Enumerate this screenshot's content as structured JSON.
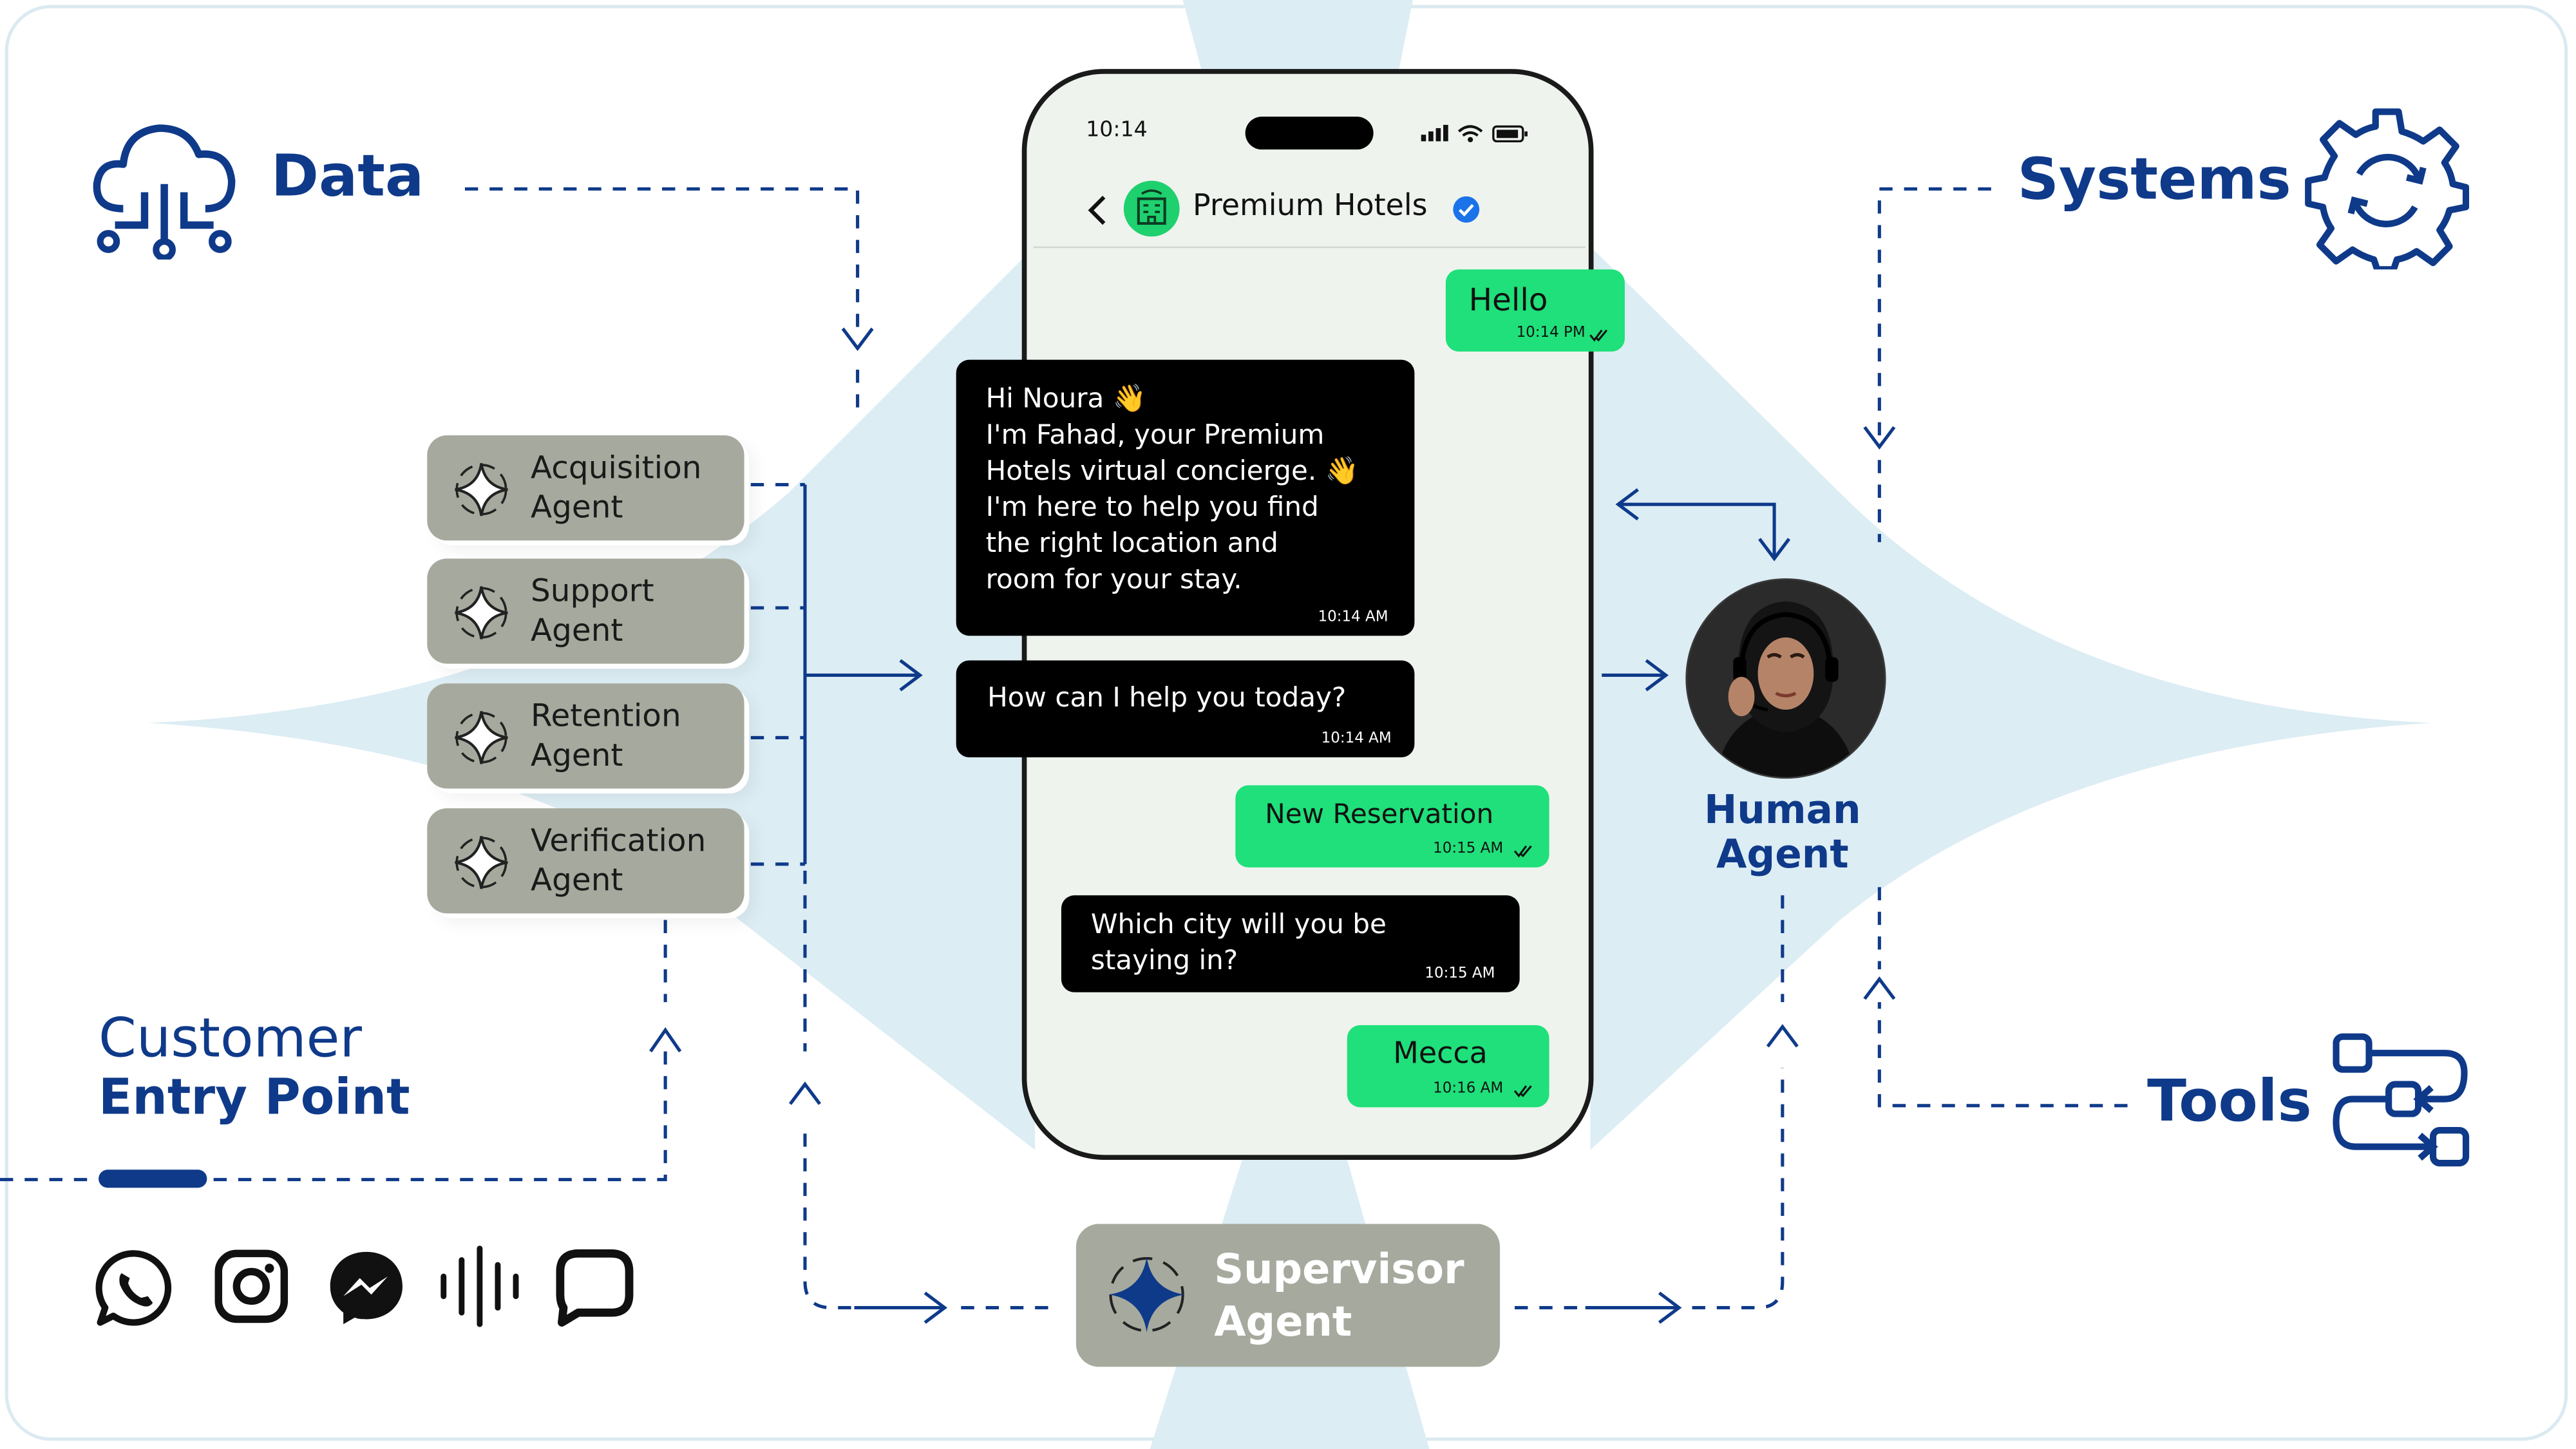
{
  "data_label": "Data",
  "systems_label": "Systems",
  "tools_label": "Tools",
  "customer": {
    "line1": "Customer",
    "line2": "Entry Point"
  },
  "agents": [
    {
      "line1": "Acquisition",
      "line2": "Agent"
    },
    {
      "line1": "Support",
      "line2": "Agent"
    },
    {
      "line1": "Retention",
      "line2": "Agent"
    },
    {
      "line1": "Verification",
      "line2": "Agent"
    }
  ],
  "supervisor": {
    "line1": "Supervisor",
    "line2": "Agent"
  },
  "human_agent": {
    "line1": "Human",
    "line2": "Agent"
  },
  "phone": {
    "time": "10:14",
    "contact_name": "Premium Hotels",
    "messages": [
      {
        "text": "Hello",
        "time": "10:14 PM",
        "type": "outgoing"
      },
      {
        "lines": [
          "Hi Noura 👋",
          "I'm Fahad, your Premium",
          "Hotels virtual concierge. 👋",
          "I'm here to help you find",
          "the right location and",
          "room for your stay."
        ],
        "time": "10:14 AM",
        "type": "incoming"
      },
      {
        "text": "How can I help you today?",
        "time": "10:14 AM",
        "type": "incoming"
      },
      {
        "text": "New Reservation",
        "time": "10:15 AM",
        "type": "outgoing"
      },
      {
        "lines": [
          "Which city will you be",
          "staying in?"
        ],
        "time": "10:15 AM",
        "type": "incoming"
      },
      {
        "text": "Mecca",
        "time": "10:16 AM",
        "type": "outgoing"
      }
    ]
  },
  "channels": [
    "whatsapp-icon",
    "instagram-icon",
    "messenger-icon",
    "voice-icon",
    "chat-icon"
  ],
  "colors": {
    "navy": "#0f3a8a",
    "agent_box": "#a6aa9e",
    "bubble_green": "#1fe07a",
    "bubble_dark": "#000000",
    "glow": "#dcedf4"
  }
}
